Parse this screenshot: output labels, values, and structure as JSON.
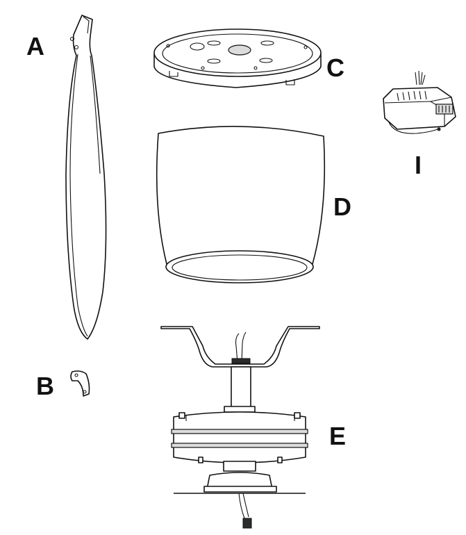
{
  "labels": {
    "blade": "A",
    "bracket": "B",
    "canopy_plate": "C",
    "housing": "D",
    "motor": "E",
    "receiver": "I"
  }
}
